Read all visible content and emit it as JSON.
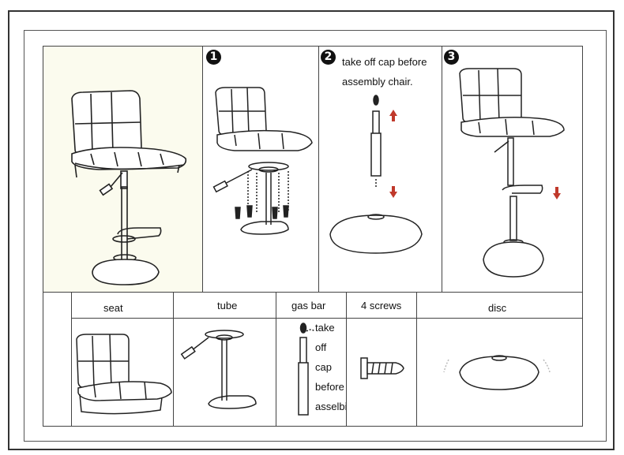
{
  "steps": [
    {
      "number": "1"
    },
    {
      "number": "2",
      "caption_line1": "take off cap before",
      "caption_line2": "assembly chair."
    },
    {
      "number": "3"
    }
  ],
  "parts": {
    "seat": "seat",
    "tube": "tube",
    "gas_bar": "gas bar",
    "screws": "4 screws",
    "disc": "disc"
  },
  "gas_bar_note": [
    "take",
    "off",
    "cap",
    "before",
    "asselbing"
  ],
  "colors": {
    "line": "#222222",
    "arrow": "#c0392b",
    "overview_bg": "#fbfbee"
  }
}
